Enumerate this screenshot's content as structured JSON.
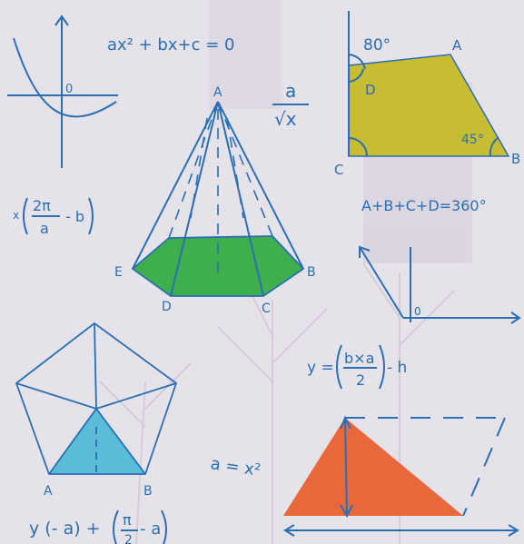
{
  "colors": {
    "ink": "#2a6fb3",
    "quad_fill": "#c7bd32",
    "pyramid_section_fill": "#3fae4d",
    "pentagon_fill": "#5bbcd8",
    "triangle_fill": "#e8683c",
    "background": "#e6e2ea"
  },
  "formulas": {
    "quadratic": "ax² + bx+c = 0",
    "fraction_num": "a",
    "fraction_den": "√x",
    "x_expr_prefix": "x",
    "x_expr_num": "2π",
    "x_expr_den": "a",
    "x_expr_suffix": "- b",
    "angle_sum": "A+B+C+D=360°",
    "y_expr_left": "y =",
    "y_expr_num": "b×a",
    "y_expr_den": "2",
    "y_expr_right": "- h",
    "a_eq": "a = x²",
    "bottom_expr_left": "y (- a) +",
    "bottom_expr_num": "π",
    "bottom_expr_den": "2",
    "bottom_expr_right": "- a"
  },
  "graph": {
    "origin_label": "0"
  },
  "quadrilateral": {
    "labels": {
      "A": "A",
      "B": "B",
      "C": "C",
      "D": "D"
    },
    "angle_top": "80°",
    "angle_right": "45°"
  },
  "pyramid": {
    "labels": {
      "A": "A",
      "B": "B",
      "C": "C",
      "D": "D",
      "E": "E"
    }
  },
  "axes_small": {
    "origin_label": "0"
  },
  "pentagon": {
    "labels": {
      "A": "A",
      "B": "B"
    }
  }
}
